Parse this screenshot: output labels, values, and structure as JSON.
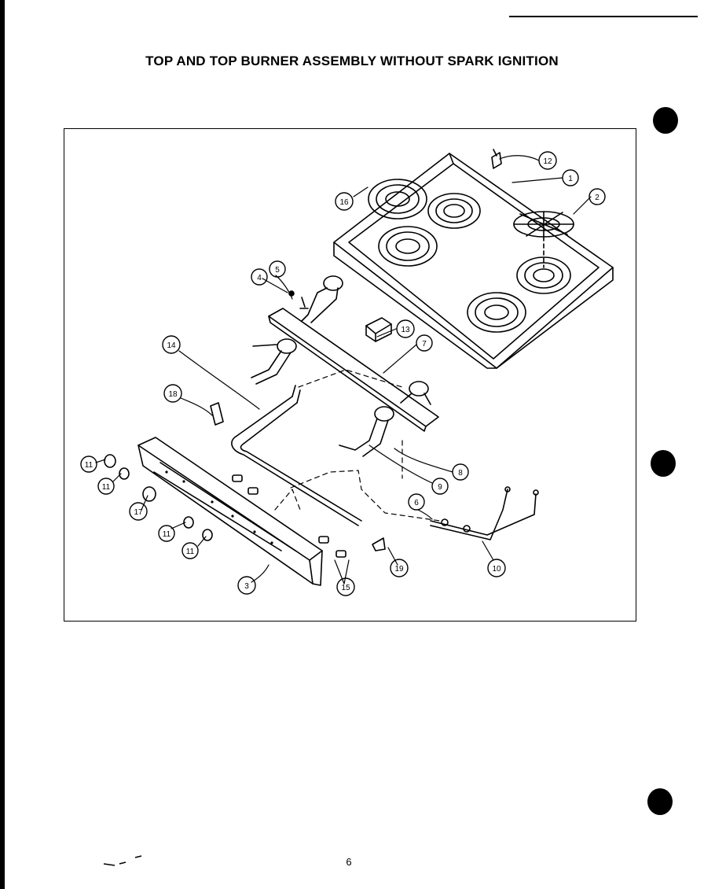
{
  "page": {
    "title": "TOP AND TOP BURNER ASSEMBLY WITHOUT SPARK IGNITION",
    "page_number": "6"
  },
  "callouts": [
    {
      "id": "c1",
      "label": "1"
    },
    {
      "id": "c2",
      "label": "2"
    },
    {
      "id": "c3",
      "label": "3"
    },
    {
      "id": "c4",
      "label": "4"
    },
    {
      "id": "c5",
      "label": "5"
    },
    {
      "id": "c6",
      "label": "6"
    },
    {
      "id": "c7",
      "label": "7"
    },
    {
      "id": "c8",
      "label": "8"
    },
    {
      "id": "c9",
      "label": "9"
    },
    {
      "id": "c10",
      "label": "10"
    },
    {
      "id": "c11a",
      "label": "11"
    },
    {
      "id": "c11b",
      "label": "11"
    },
    {
      "id": "c11c",
      "label": "11"
    },
    {
      "id": "c11d",
      "label": "11"
    },
    {
      "id": "c12",
      "label": "12"
    },
    {
      "id": "c13",
      "label": "13"
    },
    {
      "id": "c14",
      "label": "14"
    },
    {
      "id": "c15",
      "label": "15"
    },
    {
      "id": "c16",
      "label": "16"
    },
    {
      "id": "c17",
      "label": "17"
    },
    {
      "id": "c18",
      "label": "18"
    },
    {
      "id": "c19",
      "label": "19"
    }
  ]
}
